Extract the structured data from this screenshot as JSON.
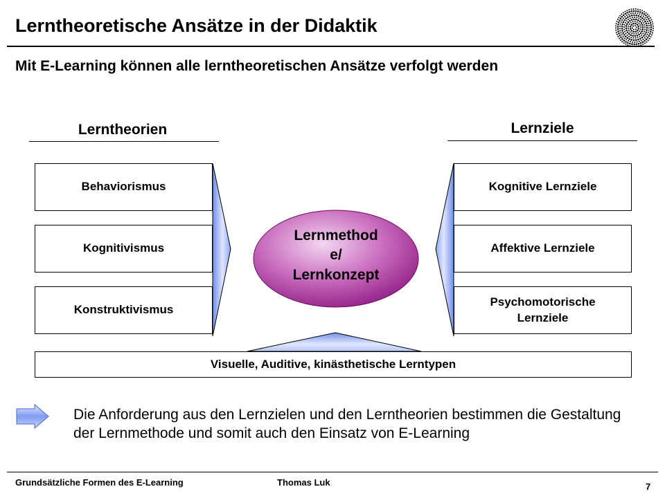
{
  "title": "Lerntheoretische Ansätze in der Didaktik",
  "subtitle": "Mit E-Learning können alle lerntheoretischen Ansätze verfolgt werden",
  "left": {
    "heading": "Lerntheorien",
    "items": [
      "Behaviorismus",
      "Kognitivismus",
      "Konstruktivismus"
    ]
  },
  "right": {
    "heading": "Lernziele",
    "items": [
      "Kognitive Lernziele",
      "Affektive Lernziele",
      "Psychomotorische Lernziele"
    ]
  },
  "center": {
    "lines": [
      "Lernmethod",
      "e/",
      "Lernkonzept"
    ]
  },
  "bottom_bar": "Visuelle, Auditive, kinästhetische Lerntypen",
  "note": "Die Anforderung aus den Lernzielen und den Lerntheorien bestimmen die Gestaltung der Lernmethode und somit auch den Einsatz von E-Learning",
  "footer": {
    "left": "Grundsätzliche Formen des E-Learning",
    "author": "Thomas Luk",
    "page": "7"
  },
  "colors": {
    "arrow_light": "#dfe7ff",
    "arrow_dark": "#6f8ee8",
    "ellipse_light": "#f3d6f1",
    "ellipse_dark": "#88127d"
  }
}
